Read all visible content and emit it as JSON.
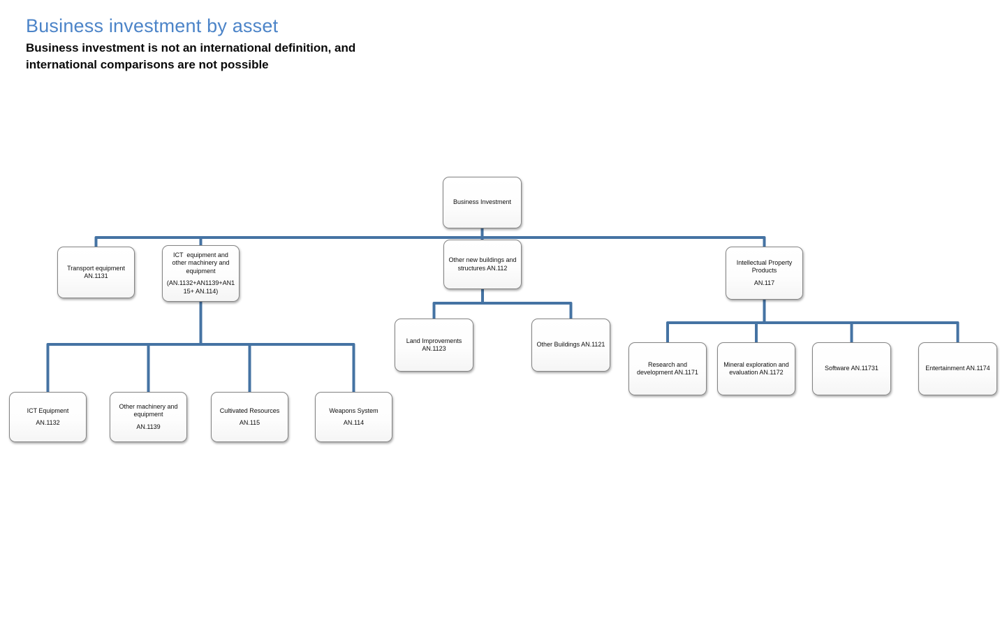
{
  "header": {
    "title": "Business investment by asset",
    "subtitle_lines": [
      "Business investment is not an international definition, and",
      "international comparisons are not possible"
    ]
  },
  "colors": {
    "title_blue": "#4C84C8",
    "connector_blue": "#4573A3",
    "box_border_gray": "#848484",
    "box_fill": "#FFFFFF"
  },
  "org_chart": {
    "nodes": {
      "business_investment": {
        "lines": [
          "Business Investment"
        ],
        "parent": null
      },
      "transport_equipment": {
        "lines": [
          "Transport equipment",
          "AN.1131"
        ],
        "parent": "business_investment"
      },
      "ict_and_other_machinery_group": {
        "lines": [
          "ICT  equipment and",
          "other machinery and",
          "equipment",
          "",
          "(AN.1132+AN1139+AN1",
          "15+ AN.114)"
        ],
        "parent": "business_investment"
      },
      "other_new_buildings": {
        "lines": [
          "Other new buildings and",
          "structures AN.112"
        ],
        "parent": "business_investment"
      },
      "intellectual_property_products": {
        "lines": [
          "Intellectual Property",
          "Products",
          "",
          "AN.117"
        ],
        "parent": "business_investment"
      },
      "land_improvements": {
        "lines": [
          "Land Improvements",
          "AN.1123"
        ],
        "parent": "other_new_buildings"
      },
      "other_buildings": {
        "lines": [
          "Other Buildings AN.1121"
        ],
        "parent": "other_new_buildings"
      },
      "research_and_development": {
        "lines": [
          "Research and",
          "development AN.1171"
        ],
        "parent": "intellectual_property_products"
      },
      "mineral_exploration": {
        "lines": [
          "Mineral exploration and",
          "evaluation AN.1172"
        ],
        "parent": "intellectual_property_products"
      },
      "software": {
        "lines": [
          "Software AN.11731"
        ],
        "parent": "intellectual_property_products"
      },
      "entertainment": {
        "lines": [
          "Entertainment AN.1174"
        ],
        "parent": "intellectual_property_products"
      },
      "ict_equipment": {
        "lines": [
          "ICT Equipment",
          "",
          "AN.1132"
        ],
        "parent": "ict_and_other_machinery_group"
      },
      "other_machinery_and_equipment": {
        "lines": [
          "Other machinery and",
          "equipment",
          "",
          "AN.1139"
        ],
        "parent": "ict_and_other_machinery_group"
      },
      "cultivated_resources": {
        "lines": [
          "Cultivated Resources",
          "",
          "AN.115"
        ],
        "parent": "ict_and_other_machinery_group"
      },
      "weapons_system": {
        "lines": [
          "Weapons System",
          "",
          "AN.114"
        ],
        "parent": "ict_and_other_machinery_group"
      }
    }
  }
}
